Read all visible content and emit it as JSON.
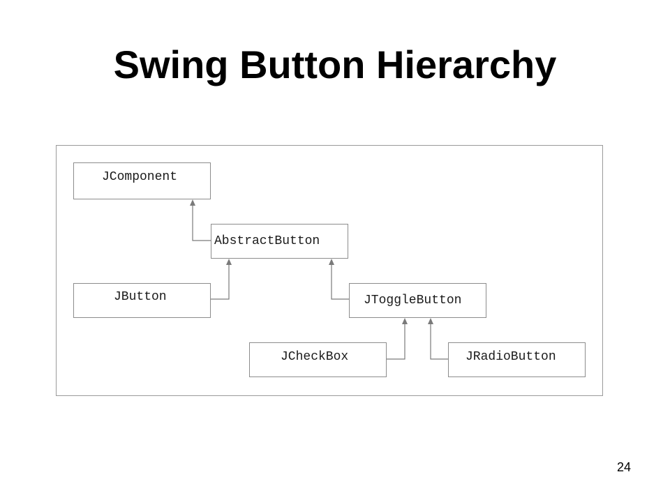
{
  "slide": {
    "title": "Swing Button Hierarchy",
    "page_number": "24"
  },
  "diagram": {
    "classes": {
      "jcomponent": "JComponent",
      "abstractbutton": "AbstractButton",
      "jbutton": "JButton",
      "jtogglebutton": "JToggleButton",
      "jcheckbox": "JCheckBox",
      "jradiobutton": "JRadioButton"
    },
    "inheritance": [
      {
        "child": "AbstractButton",
        "parent": "JComponent"
      },
      {
        "child": "JButton",
        "parent": "AbstractButton"
      },
      {
        "child": "JToggleButton",
        "parent": "AbstractButton"
      },
      {
        "child": "JCheckBox",
        "parent": "JToggleButton"
      },
      {
        "child": "JRadioButton",
        "parent": "JToggleButton"
      }
    ],
    "colors": {
      "connector": "#7a7a7a",
      "box_border": "#8c8c8c",
      "frame_border": "#9a9a9a"
    }
  }
}
